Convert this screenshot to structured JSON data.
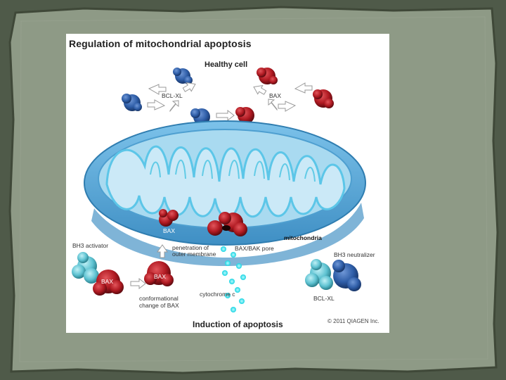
{
  "frame": {
    "background": "#4f5a49",
    "paper": "#8e9a86"
  },
  "diagram": {
    "title": "Regulation of mitochondrial apoptosis",
    "healthy_label": "Healthy cell",
    "bottom_label": "Induction of apoptosis",
    "copyright": "© 2011 QIAGEN Inc.",
    "labels": {
      "bcl_xl_top": "BCL-XL",
      "bax_top": "BAX",
      "mitochondria": "mitochondria",
      "bax_membrane": "BAX",
      "bax_bak_pore": "BAX/BAK pore",
      "bh3_activator": "BH3 activator",
      "bax_activator": "BAX",
      "penetration_line1": "penetration of",
      "penetration_line2": "outer membrane",
      "bax_conformational": "BAX",
      "conformational_line1": "conformational",
      "conformational_line2": "change of BAX",
      "cytochrome": "cytochrome c",
      "bh3_neutralizer": "BH3 neutralizer",
      "bcl_xl_bottom": "BCL-XL"
    },
    "colors": {
      "bcl_xl": "#2f5ea8",
      "bax": "#b01a22",
      "bh3": "#5fc3d2",
      "membrane": "#5aaad8",
      "cytochrome": "#2ee0ea"
    }
  }
}
